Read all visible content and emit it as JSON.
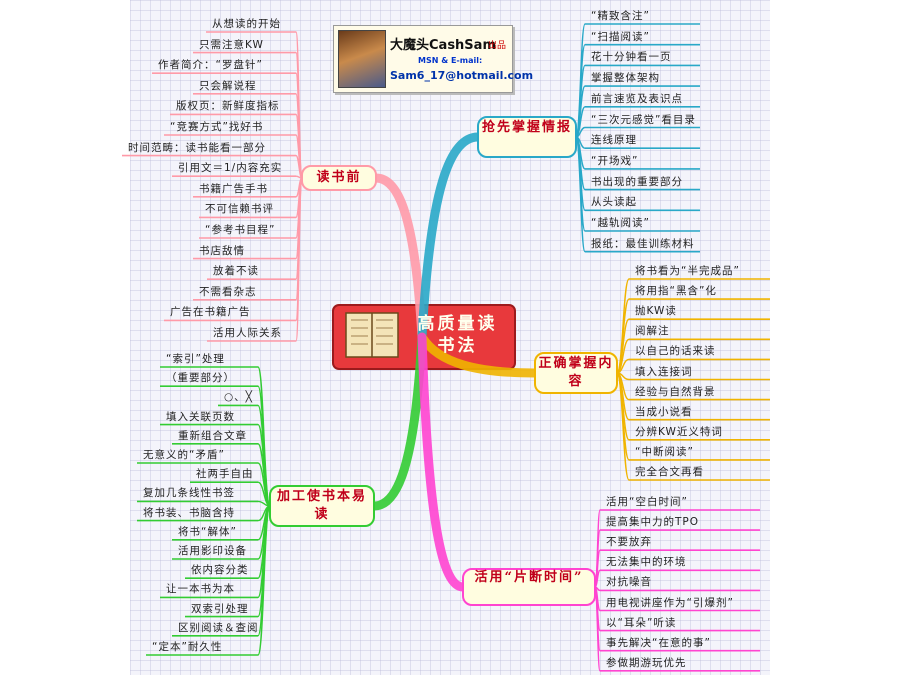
{
  "banner": {
    "name": "大魔头CashSam",
    "tag": "出品",
    "contact_label": "MSN & E-mail:",
    "email": "Sam6_17@hotmail.com"
  },
  "center": {
    "title": "高质量读书法"
  },
  "branches": [
    {
      "id": "before",
      "title": "读书前",
      "color": "#ff9aa8",
      "items": [
        "从想读的开始",
        "只需注意KW",
        "作者简介：“罗盘针”",
        "只会解说程",
        "版权页：新鲜度指标",
        "“竞赛方式”找好书",
        "时间范畴：读书能看一部分",
        "引用文＝1/内容充实",
        "书籍广告手书",
        "不可信赖书评",
        "“参考书目程”",
        "书店敌情",
        "放着不读",
        "不需看杂志",
        "广告在书籍广告",
        "活用人际关系"
      ]
    },
    {
      "id": "grasp",
      "title": "抢先掌握情报",
      "color": "#29a8c8",
      "items": [
        "“精致含注”",
        "“扫描阅读”",
        "花十分钟看一页",
        "掌握整体架构",
        "前言速览及表识点",
        "“三次元感觉”看目录",
        "连线原理",
        "“开场戏”",
        "书出现的重要部分",
        "从头读起",
        "“越轨阅读”",
        "报纸：最佳训练材料"
      ]
    },
    {
      "id": "correct",
      "title": "正确掌握内容",
      "color": "#f0b400",
      "items": [
        "将书看为“半完成品”",
        "将用指“黑含”化",
        "抛KW读",
        "阅解注",
        "以自己的话来读",
        "填入连接词",
        "经验与自然背景",
        "当成小说看",
        "分辨KW近义特词",
        "“中断阅读”",
        "完全合文再看"
      ]
    },
    {
      "id": "process",
      "title": "加工使书本易读",
      "color": "#33cc33",
      "items": [
        "“索引”处理",
        "（重要部分）",
        "○、╳",
        "填入关联页数",
        "重新组合文章",
        "无意义的“矛盾”",
        "社两手自由",
        "复加几条线性书签",
        "将书装、书脑含持",
        "将书“解体”",
        "活用影印设备",
        "依内容分类",
        "让一本书为本",
        "双索引处理",
        "区别阅读＆查阅",
        "“定本”耐久性"
      ]
    },
    {
      "id": "fragment",
      "title": "活用“片断时间”",
      "color": "#ff44d0",
      "items": [
        "活用“空白时间”",
        "提高集中力的TPO",
        "不要放弃",
        "无法集中的环境",
        "对抗噪音",
        "用电视讲座作为“引爆剂”",
        "以“耳朵”听读",
        "事先解决“在意的事”",
        "参做期游玩优先"
      ]
    }
  ]
}
